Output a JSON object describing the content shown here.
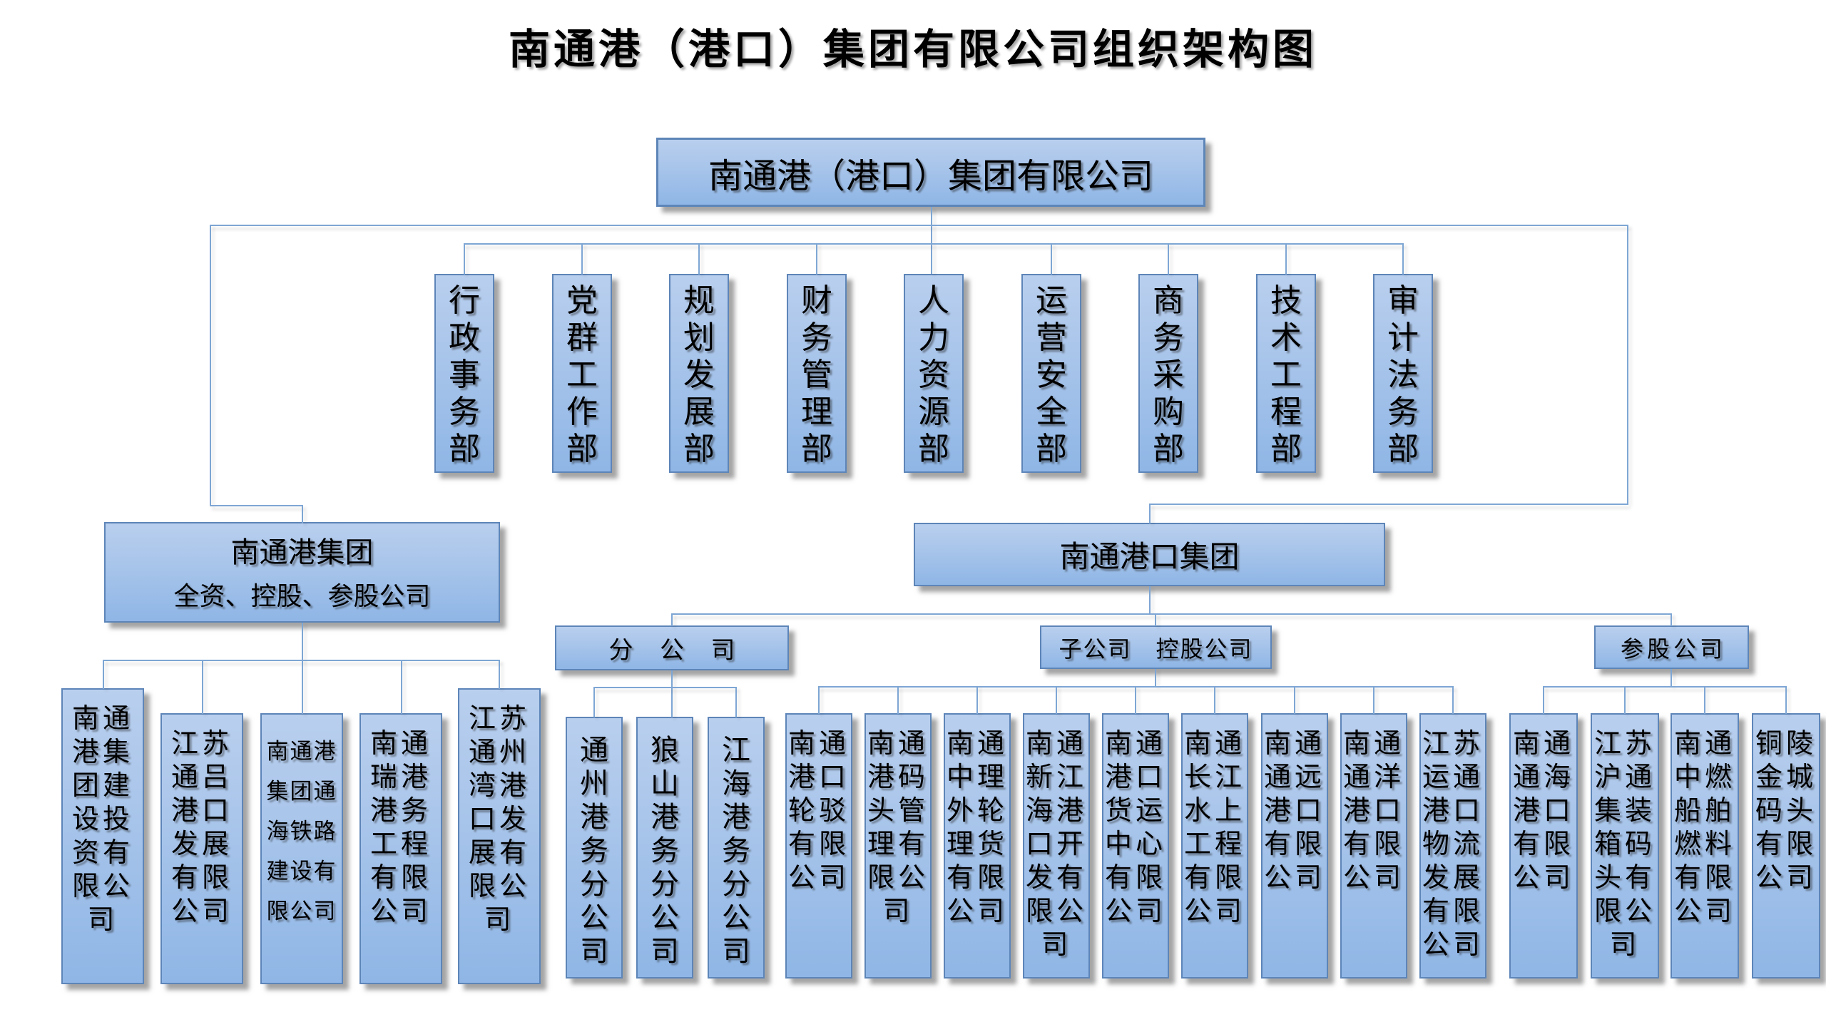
{
  "title": "南通港（港口）集团有限公司组织架构图",
  "root": {
    "label": "南通港（港口）集团有限公司"
  },
  "departments": [
    "行政事务部",
    "党群工作部",
    "规划发展部",
    "财务管理部",
    "人力资源部",
    "运营安全部",
    "商务采购部",
    "技术工程部",
    "审计法务部"
  ],
  "left_branch": {
    "title_line1": "南通港集团",
    "title_line2": "全资、控股、参股公司",
    "companies": [
      "南通港集团建设投资有限公司",
      "江苏通吕港口发展有限公司",
      "南通港集团通海铁路建设有限公司",
      "南通瑞港港务工程有限公司",
      "江苏通州湾港口发展有限公司"
    ]
  },
  "right_branch": {
    "label": "南通港口集团",
    "branch_groups": [
      {
        "label": "分 公 司",
        "companies": [
          "通州港务分公司",
          "狼山港务分公司",
          "江海港务分公司"
        ]
      },
      {
        "label": "子公司　控股公司",
        "companies": [
          "南通港口轮驳有限公司",
          "南通港码头管理有限公司",
          "南通中理外轮理货有限公司",
          "南通新江海港口开发有限公司",
          "南通港口货运中心有限公司",
          "南通长江水上工程有限公司",
          "南通通远港口有限公司",
          "南通通洋港口有限公司",
          "江苏运通港口物流发展有限公司"
        ]
      },
      {
        "label": "参股公司",
        "companies": [
          "南通通海港口有限公司",
          "江苏沪通集装箱码头有限公司",
          "南通中燃船舶燃料有限公司",
          "铜陵金城码头有限公司"
        ]
      }
    ]
  }
}
